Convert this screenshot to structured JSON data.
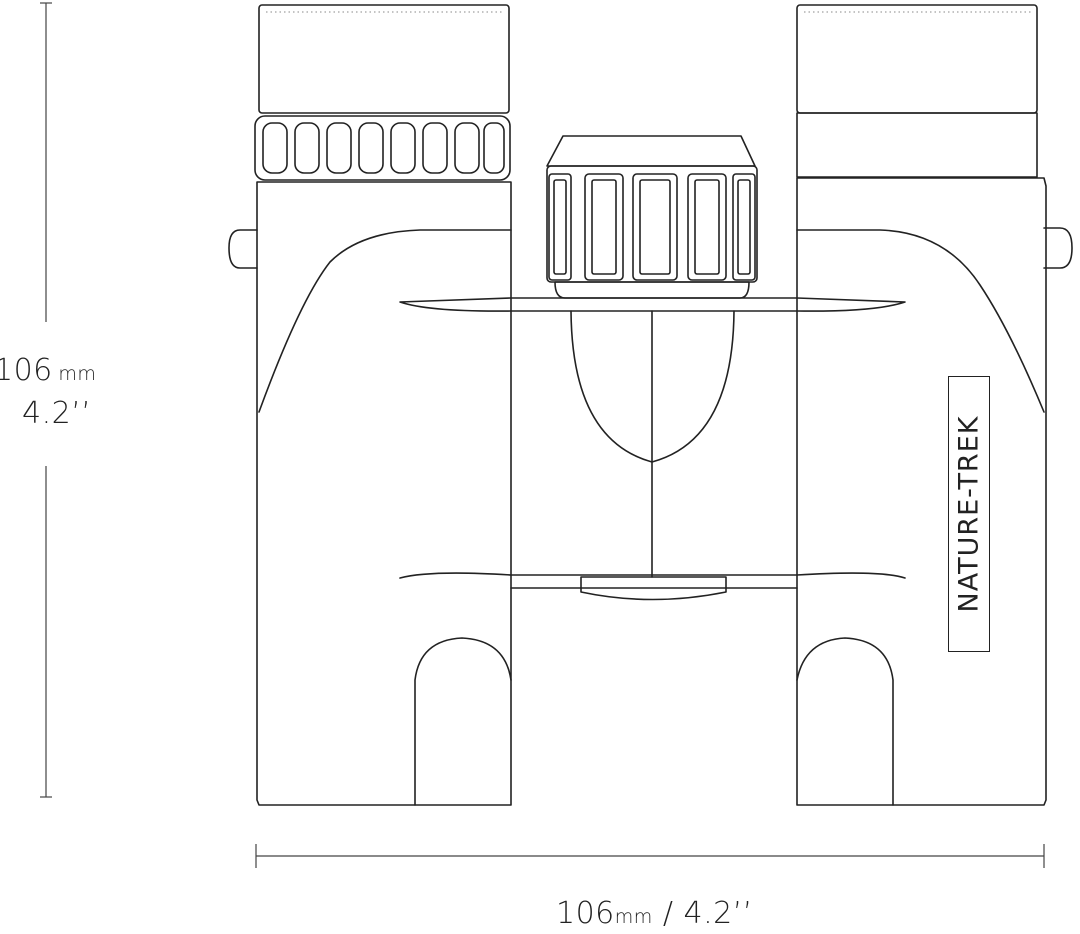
{
  "dimensions": {
    "height_value": "106",
    "height_unit": "mm",
    "height_inches": "4.2’’",
    "width_value": "106",
    "width_unit": "mm",
    "width_sep": " / ",
    "width_inches": "4.2’’"
  },
  "product": {
    "brand_label": "NATURE-TREK"
  },
  "colors": {
    "line": "#222222",
    "background": "#ffffff"
  }
}
